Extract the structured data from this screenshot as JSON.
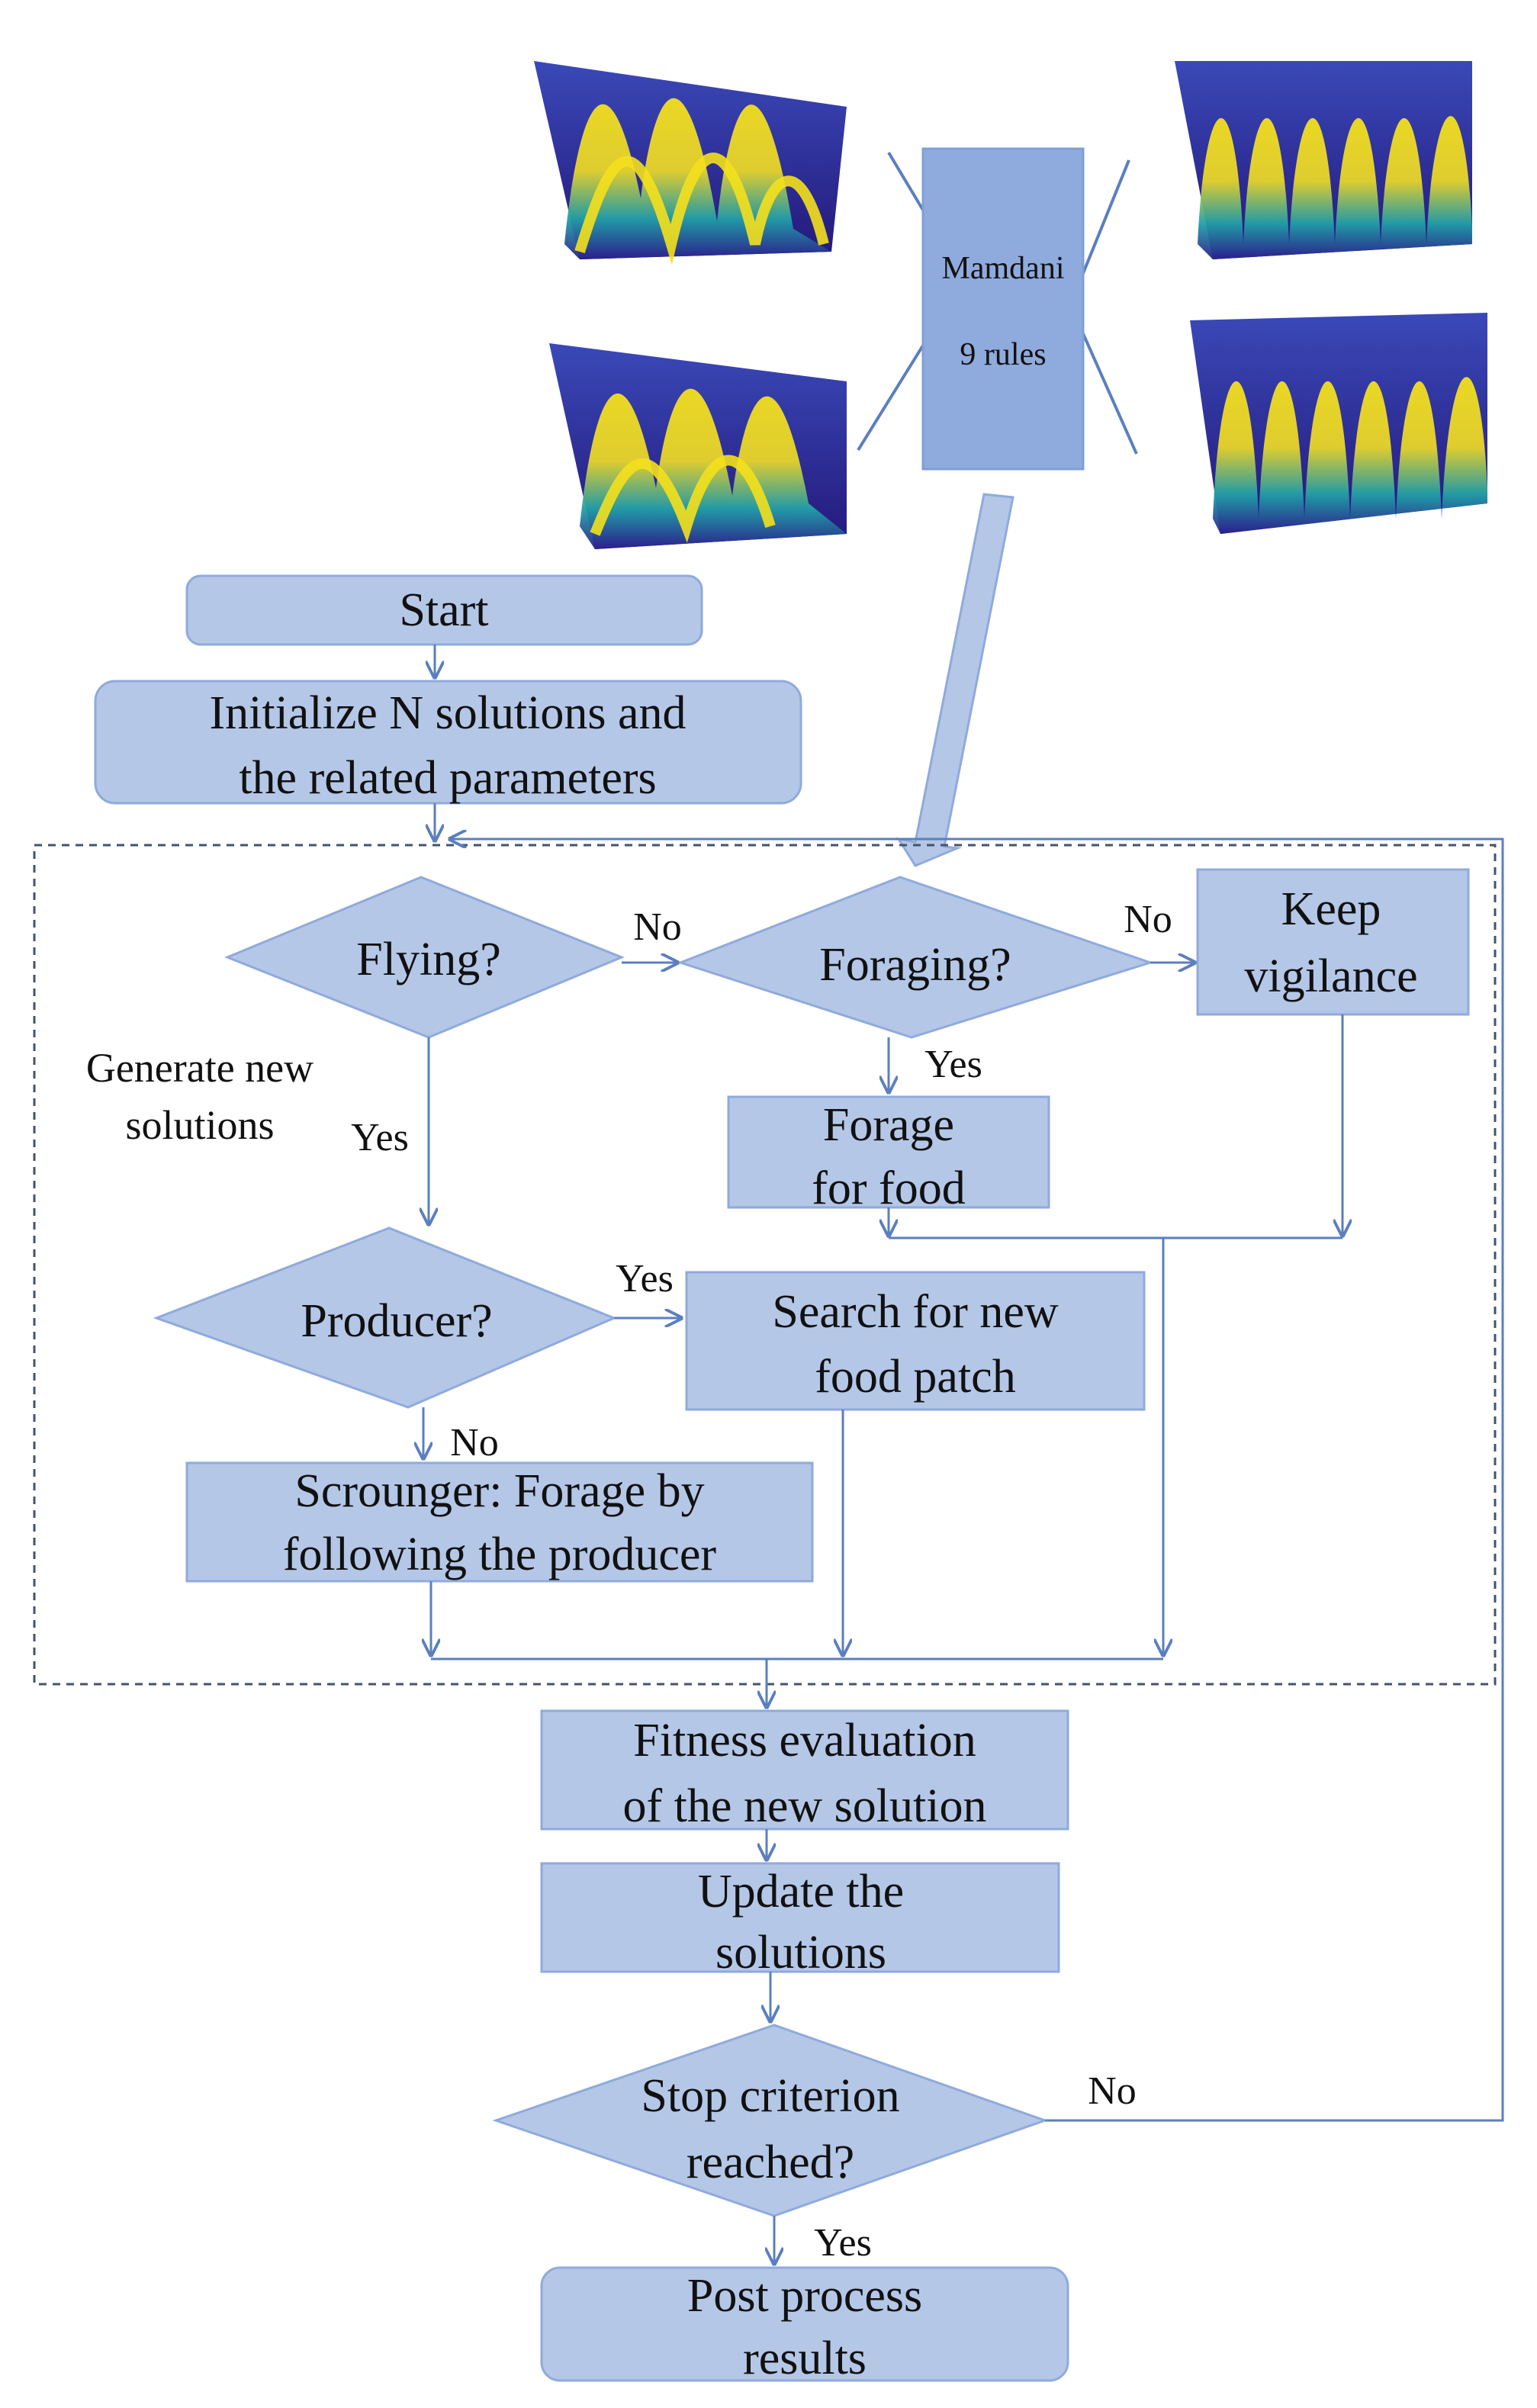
{
  "fuzzy": {
    "line1": "Mamdani",
    "line2": "9 rules"
  },
  "nodes": {
    "start": "Start",
    "init": [
      "Initialize N solutions and",
      "the related parameters"
    ],
    "flying": "Flying?",
    "foraging": "Foraging?",
    "keep_vigilance": [
      "Keep",
      "vigilance"
    ],
    "forage_food": [
      "Forage",
      "for food"
    ],
    "producer": "Producer?",
    "search_patch": [
      "Search for new",
      "food patch"
    ],
    "scrounger": [
      "Scrounger: Forage by",
      "following the producer"
    ],
    "fitness": [
      "Fitness evaluation",
      "of the new solution"
    ],
    "update": [
      "Update the",
      "solutions"
    ],
    "stop": [
      "Stop criterion",
      "reached?"
    ],
    "post": [
      "Post process",
      "results"
    ]
  },
  "labels": {
    "region_note": [
      "Generate new",
      "solutions"
    ],
    "flying_no": "No",
    "flying_yes": "Yes",
    "foraging_no": "No",
    "foraging_yes": "Yes",
    "producer_yes": "Yes",
    "producer_no": "No",
    "stop_no": "No",
    "stop_yes": "Yes"
  },
  "colors": {
    "box_fill": "#b4c7e7",
    "box_stroke": "#8faadc",
    "fuzzy_fill": "#8faadc",
    "line": "#5b7fbf",
    "dashed": "#44546a",
    "surface_dark": "#2c1f8c",
    "surface_mid": "#21a0a8",
    "surface_light": "#f4e01c"
  }
}
